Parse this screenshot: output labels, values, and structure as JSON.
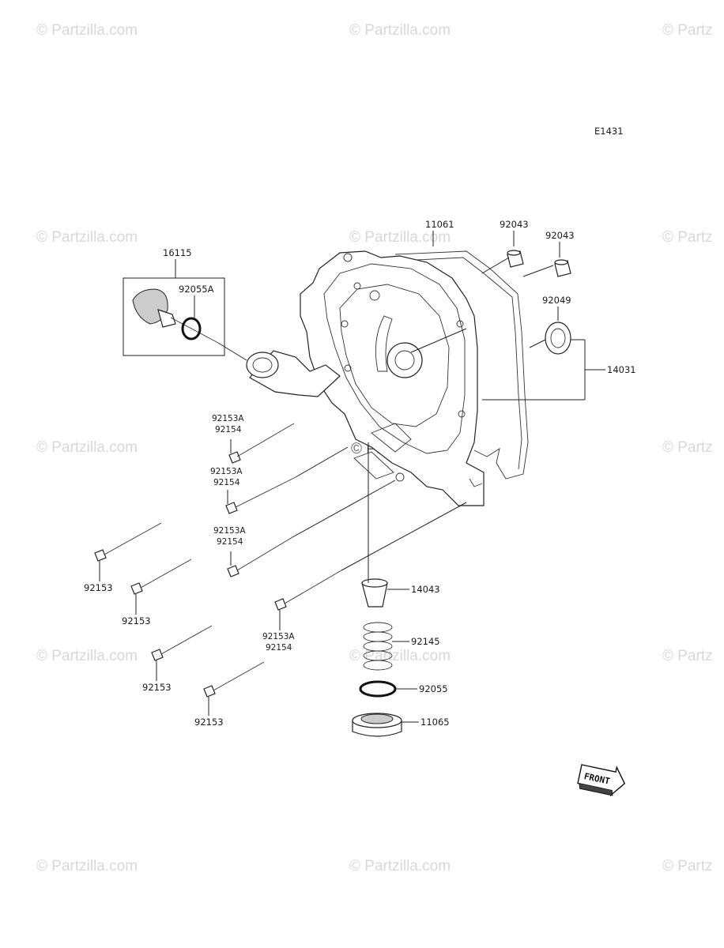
{
  "diagram": {
    "code": "E1431",
    "front_label": "FRONT",
    "watermark_text": "© Partzilla.com",
    "watermark_center_text": "© Partzilla.com",
    "watermark_edge_text": "© Partz",
    "parts": {
      "p11061": "11061",
      "p92043a": "92043",
      "p92043b": "92043",
      "p92049": "92049",
      "p14031": "14031",
      "p16115": "16115",
      "p92055A": "92055A",
      "p92153A_1": "92153A",
      "p92154_1": "92154",
      "p92153A_2": "92153A",
      "p92154_2": "92154",
      "p92153A_3": "92153A",
      "p92154_3": "92154",
      "p92153A_4": "92153A",
      "p92154_4": "92154",
      "p92153_1": "92153",
      "p92153_2": "92153",
      "p92153_3": "92153",
      "p92153_4": "92153",
      "p14043": "14043",
      "p92145": "92145",
      "p92055": "92055",
      "p11065": "11065"
    }
  }
}
